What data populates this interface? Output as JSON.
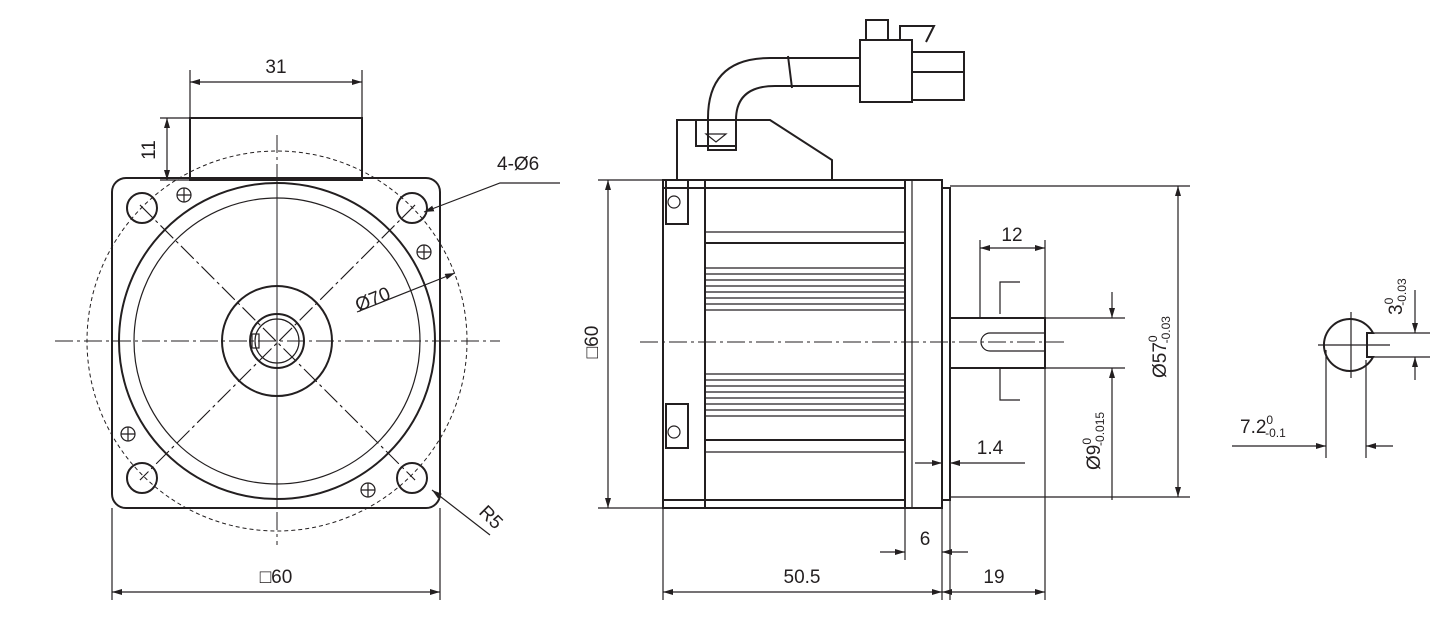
{
  "front_view": {
    "width_31": "31",
    "height_11": "11",
    "holes": "4-Ø6",
    "pcd": "Ø70",
    "radius": "R5",
    "square": "□60"
  },
  "side_view": {
    "square": "□60",
    "shaft_len_12": "12",
    "flange_1_4": "1.4",
    "plate_6": "6",
    "body_len": "50.5",
    "shaft_len_19": "19",
    "pilot": {
      "base": "Ø57",
      "upper": "0",
      "lower": "-0.03"
    },
    "shaft": {
      "base": "Ø9",
      "upper": "0",
      "lower": "-0.015"
    }
  },
  "section_view": {
    "flat_width": {
      "base": "3",
      "upper": "0",
      "lower": "-0.03"
    },
    "flat_depth": {
      "base": "7.2",
      "upper": "0",
      "lower": "-0.1"
    }
  }
}
